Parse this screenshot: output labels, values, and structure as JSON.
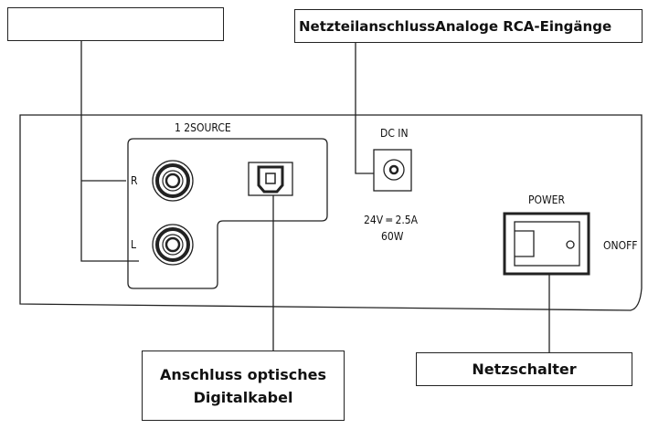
{
  "callouts": {
    "rca_label": "",
    "dc_label": "NetzteilanschlussAnaloge RCA-Eingänge",
    "optical_line1": "Anschluss optisches",
    "optical_line2": "Digitalkabel",
    "power_label": "Netzschalter"
  },
  "panel": {
    "source_label": "1 2SOURCE",
    "r_label": "R",
    "l_label": "L",
    "dc_in_label": "DC IN",
    "voltage_label": "24V ═ 2.5A",
    "watt_label": "60W",
    "power_label": "POWER",
    "onoff_label": "ONOFF"
  },
  "colors": {
    "line": "#222222",
    "background": "#ffffff"
  },
  "icons": [
    "rca-jack-icon",
    "optical-port-icon",
    "dc-jack-icon",
    "rocker-switch-icon"
  ]
}
